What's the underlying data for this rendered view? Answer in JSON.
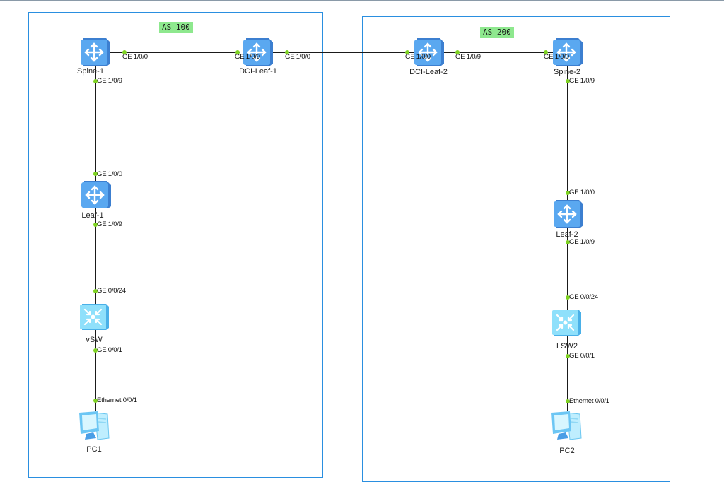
{
  "areas": [
    {
      "id": "as100",
      "label": "AS 100"
    },
    {
      "id": "as200",
      "label": "AS 200"
    }
  ],
  "devices": {
    "spine1": {
      "name": "Spine-1",
      "type": "router-icon"
    },
    "dcileaf1": {
      "name": "DCI-Leaf-1",
      "type": "router-icon"
    },
    "leaf1": {
      "name": "Leaf-1",
      "type": "router-icon"
    },
    "vsw": {
      "name": "vSW",
      "type": "switch-icon"
    },
    "pc1": {
      "name": "PC1",
      "type": "pc-icon"
    },
    "dcileaf2": {
      "name": "DCI-Leaf-2",
      "type": "router-icon"
    },
    "spine2": {
      "name": "Spine-2",
      "type": "router-icon"
    },
    "leaf2": {
      "name": "Leaf-2",
      "type": "router-icon"
    },
    "lsw2": {
      "name": "LSW2",
      "type": "switch-icon"
    },
    "pc2": {
      "name": "PC2",
      "type": "pc-icon"
    }
  },
  "links": [
    {
      "a": "Spine-1",
      "a_port": "GE 1/0/0",
      "b": "DCI-Leaf-1",
      "b_port": "GE 1/0/9"
    },
    {
      "a": "DCI-Leaf-1",
      "a_port": "GE 1/0/0",
      "b": "DCI-Leaf-2",
      "b_port": "GE 1/0/0"
    },
    {
      "a": "DCI-Leaf-2",
      "a_port": "GE 1/0/9",
      "b": "Spine-2",
      "b_port": "GE 1/0/0"
    },
    {
      "a": "Spine-1",
      "a_port": "GE 1/0/9",
      "b": "Leaf-1",
      "b_port": "GE 1/0/0"
    },
    {
      "a": "Leaf-1",
      "a_port": "GE 1/0/9",
      "b": "vSW",
      "b_port": "GE 0/0/24"
    },
    {
      "a": "vSW",
      "a_port": "GE 0/0/1",
      "b": "PC1",
      "b_port": "Ethernet 0/0/1"
    },
    {
      "a": "Spine-2",
      "a_port": "GE 1/0/9",
      "b": "Leaf-2",
      "b_port": "GE 1/0/0"
    },
    {
      "a": "Leaf-2",
      "a_port": "GE 1/0/9",
      "b": "LSW2",
      "b_port": "GE 0/0/24"
    },
    {
      "a": "LSW2",
      "a_port": "GE 0/0/1",
      "b": "PC2",
      "b_port": "Ethernet 0/0/1"
    }
  ],
  "colors": {
    "area_border": "#2a8fe0",
    "as_label_bg": "#8ee88e",
    "link": "#1a1a1a",
    "port_dot": "#7ed321",
    "router": "#5aa8f0",
    "switch": "#7fd8f8"
  }
}
